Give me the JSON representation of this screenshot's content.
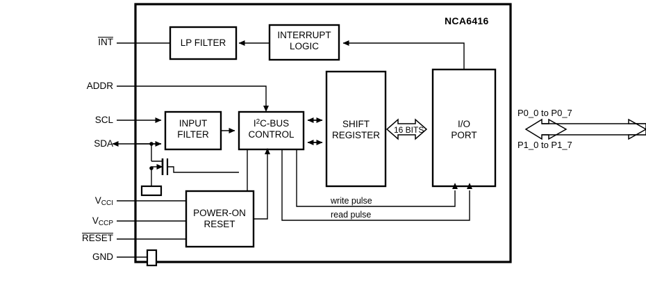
{
  "diagram": {
    "title": "NCA6416 block diagram",
    "part_number": "NCA6416",
    "stroke_color": "#000000",
    "background_color": "#ffffff"
  },
  "blocks": {
    "lp_filter": {
      "label": "LP FILTER"
    },
    "interrupt_logic": {
      "line1": "INTERRUPT",
      "line2": "LOGIC"
    },
    "input_filter": {
      "line1": "INPUT",
      "line2": "FILTER"
    },
    "i2c_control": {
      "line1_a": "I",
      "line1_sup": "2",
      "line1_b": "C-BUS",
      "line2": "CONTROL"
    },
    "shift_register": {
      "line1": "SHIFT",
      "line2": "REGISTER"
    },
    "io_port": {
      "line1": "I/O",
      "line2": "PORT"
    },
    "power_on_reset": {
      "line1": "POWER-ON",
      "line2": "RESET"
    }
  },
  "pins": {
    "int": {
      "text": "INT",
      "overline": true
    },
    "addr": {
      "text": "ADDR",
      "overline": false
    },
    "scl": {
      "text": "SCL",
      "overline": false
    },
    "sda": {
      "text": "SDA",
      "overline": false
    },
    "vcci": {
      "base": "V",
      "sub": "CCI",
      "overline": false
    },
    "vccp": {
      "base": "V",
      "sub": "CCP",
      "overline": false
    },
    "reset": {
      "text": "RESET",
      "overline": true
    },
    "gnd": {
      "text": "GND",
      "overline": false
    }
  },
  "signals": {
    "write_pulse": "write pulse",
    "read_pulse": "read pulse",
    "bus_width": "16 BITS",
    "port0": "P0_0 to P0_7",
    "port1": "P1_0 to P1_7"
  }
}
